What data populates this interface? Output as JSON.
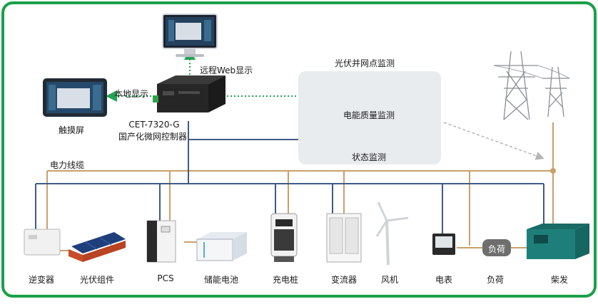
{
  "title_remote_web": "远程Web显示",
  "title_local_display": "本地显示",
  "touchscreen_label": "触摸屏",
  "controller": {
    "model": "CET-7320-G",
    "name": "国产化微网控制器"
  },
  "monitoring": {
    "pv_grid_point": "光伏并网点监测",
    "power_quality": "电能质量监测",
    "status": "状态监测"
  },
  "power_cable_label": "电力线缆",
  "load_box_label": "负荷",
  "devices": {
    "inverter": "逆变器",
    "pv_module": "光伏组件",
    "pcs": "PCS",
    "battery": "储能电池",
    "charger": "充电桩",
    "converter": "变流器",
    "wind": "风机",
    "meter": "电表",
    "load": "负荷",
    "diesel": "柴发"
  },
  "colors": {
    "border_green": "#19a04a",
    "comm_line_blue": "#3f5b87",
    "power_line_tan": "#c9a06a",
    "data_link_green": "#23a455",
    "panel_gray": "#e9ecef"
  }
}
